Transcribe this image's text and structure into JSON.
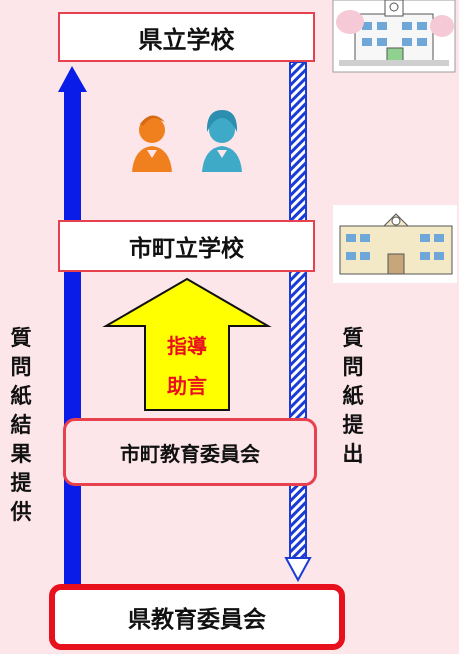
{
  "boxes": {
    "prefectural_school": "県立学校",
    "municipal_school": "市町立学校",
    "municipal_board": "市町教育委員会",
    "prefectural_board": "県教育委員会"
  },
  "arrow_labels": {
    "guidance_line1": "指導",
    "guidance_line2": "助言"
  },
  "side_labels": {
    "left": "質問紙結果提供",
    "right": "質問紙提出"
  },
  "colors": {
    "blue_arrow": "#0a1de8",
    "box_border": "#e7404f",
    "strong_border": "#e8101c",
    "yellow_arrow": "#ffff00"
  },
  "icons": [
    "students-icon",
    "prefectural-school-building-icon",
    "municipal-school-building-icon"
  ]
}
